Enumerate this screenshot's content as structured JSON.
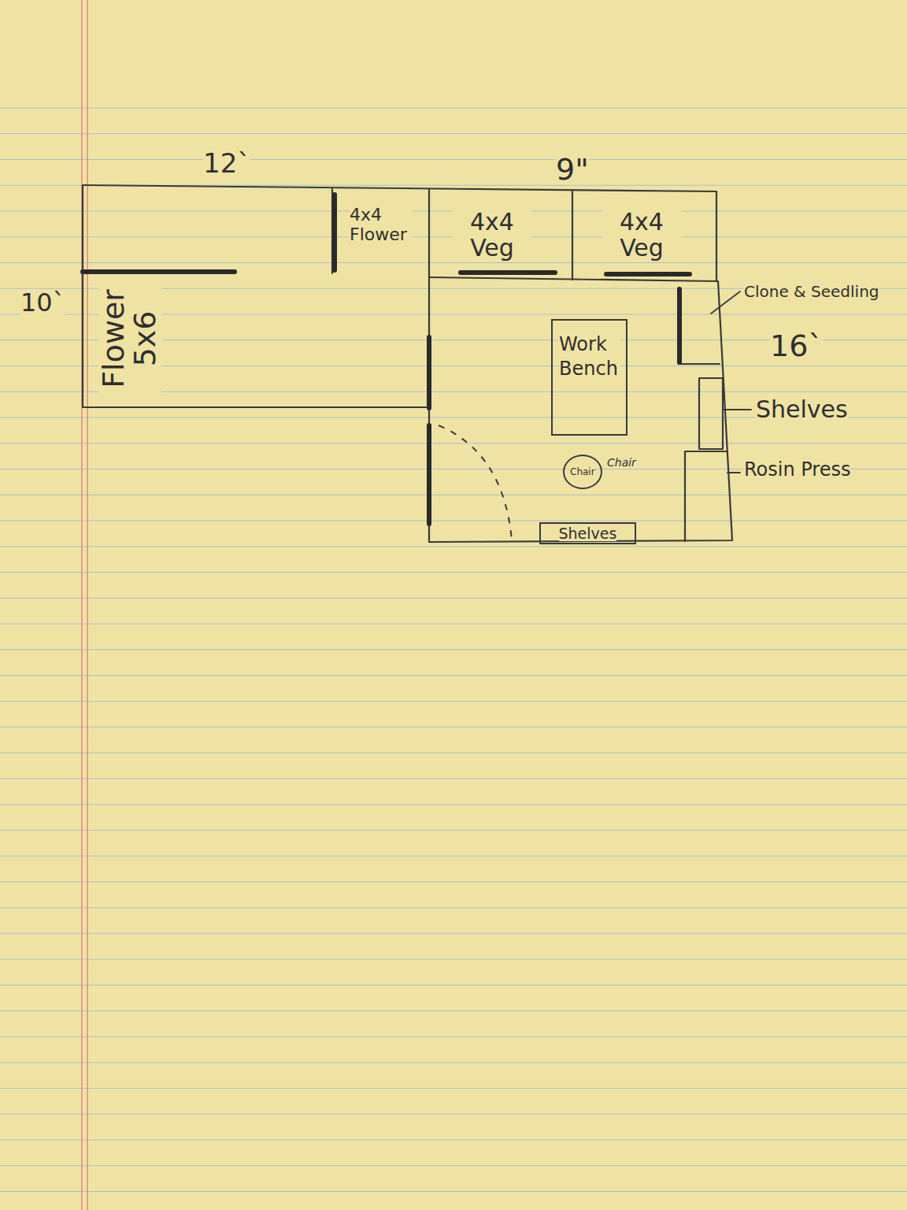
{
  "diagram": {
    "nodes": [
      {
        "text": [
          "Flower 5x6"
        ]
      },
      {
        "text": [
          "4x4 Flower"
        ],
        "in": 0
      },
      {
        "text": [
          "4x4 Veg"
        ]
      },
      {
        "text": [
          "4x4 Veg"
        ]
      },
      {
        "text": [
          "Work Bench"
        ]
      },
      {
        "text": [
          "Chair",
          "Chair"
        ]
      },
      {
        "text": [
          "Shelves"
        ]
      }
    ],
    "labels": [
      "12`",
      "9\"",
      "10`",
      "Clone & Seedling",
      "16`",
      "Shelves",
      "Rosin Press"
    ]
  }
}
